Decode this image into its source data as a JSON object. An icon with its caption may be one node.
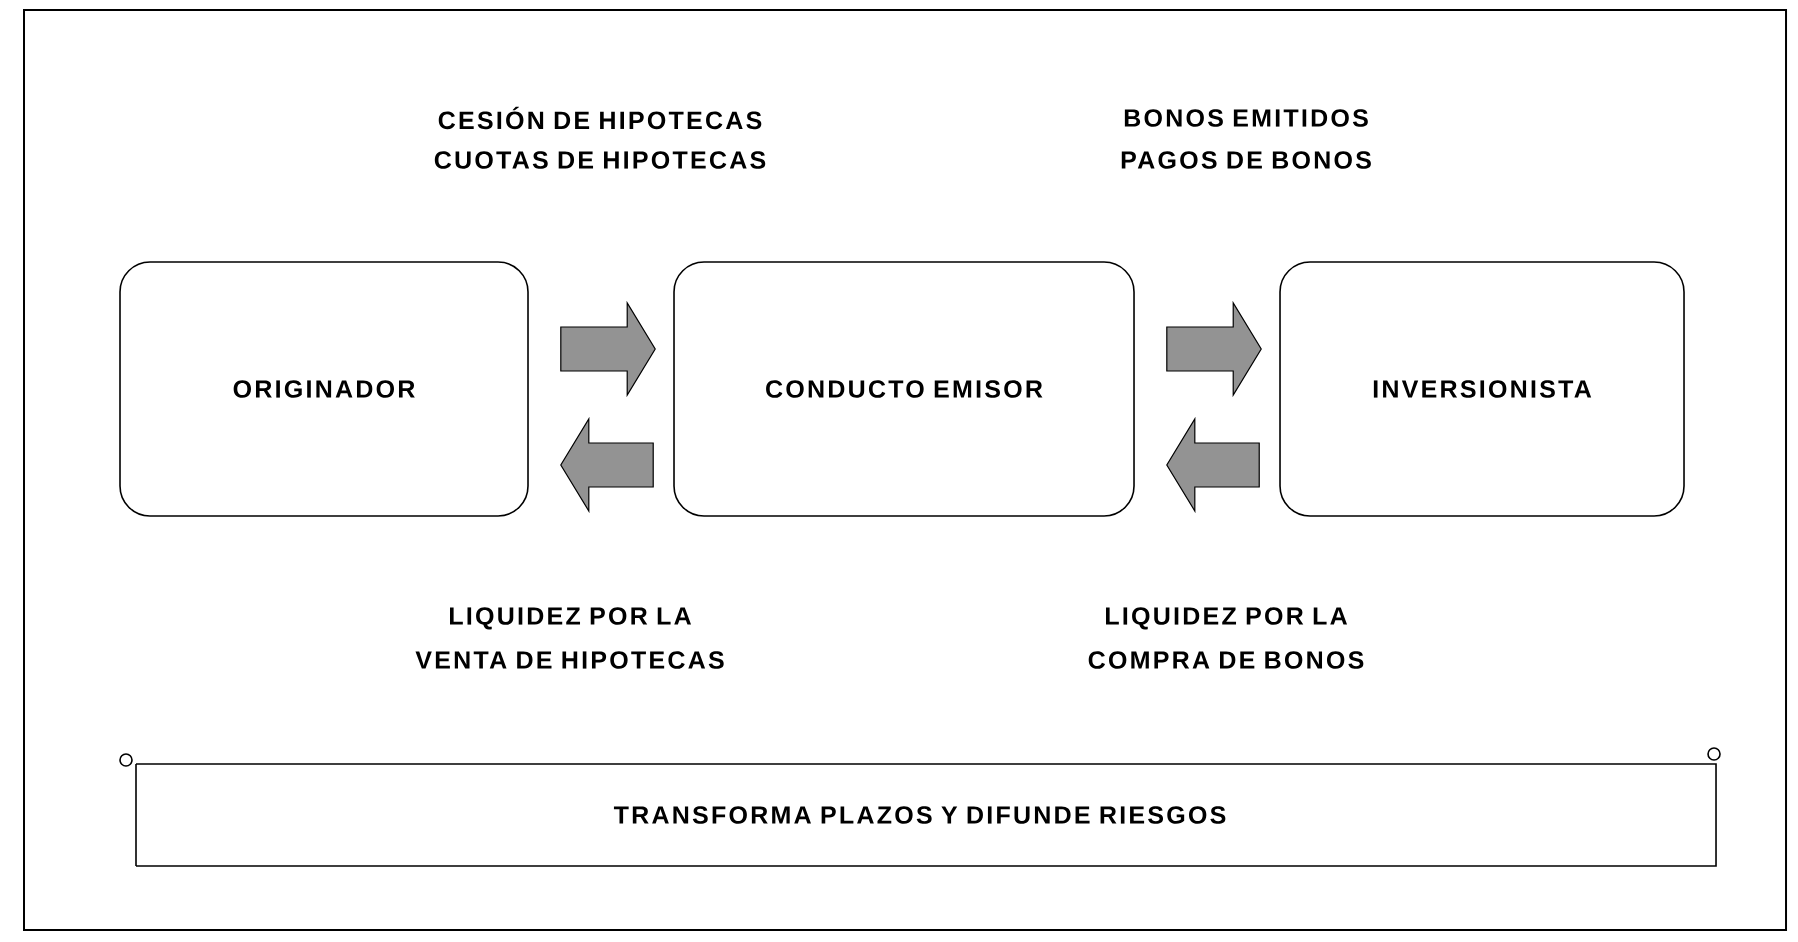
{
  "diagram": {
    "nodes": [
      {
        "text": [
          "ORIGINADOR"
        ]
      },
      {
        "text": [
          "CONDUCTO EMISOR"
        ]
      },
      {
        "text": [
          "INVERSIONISTA"
        ]
      },
      {
        "text": [
          "TRANSFORMA PLAZOS Y DIFUNDE RIESGOS"
        ]
      }
    ],
    "edges": [
      {
        "from": 0,
        "to": 1,
        "arrow": "to"
      },
      {
        "from": 1,
        "to": 0,
        "arrow": "to"
      },
      {
        "from": 1,
        "to": 2,
        "arrow": "to"
      },
      {
        "from": 2,
        "to": 1,
        "arrow": "to"
      }
    ],
    "labels": [
      "CESIÓN DE HIPOTECAS",
      "BONOS EMITIDOS",
      "CUOTAS DE HIPOTECAS",
      "PAGOS DE BONOS",
      "LIQUIDEZ POR LA VENTA DE HIPOTECAS",
      "LIQUIDEZ POR LA COMPRA DE BONOS"
    ]
  }
}
